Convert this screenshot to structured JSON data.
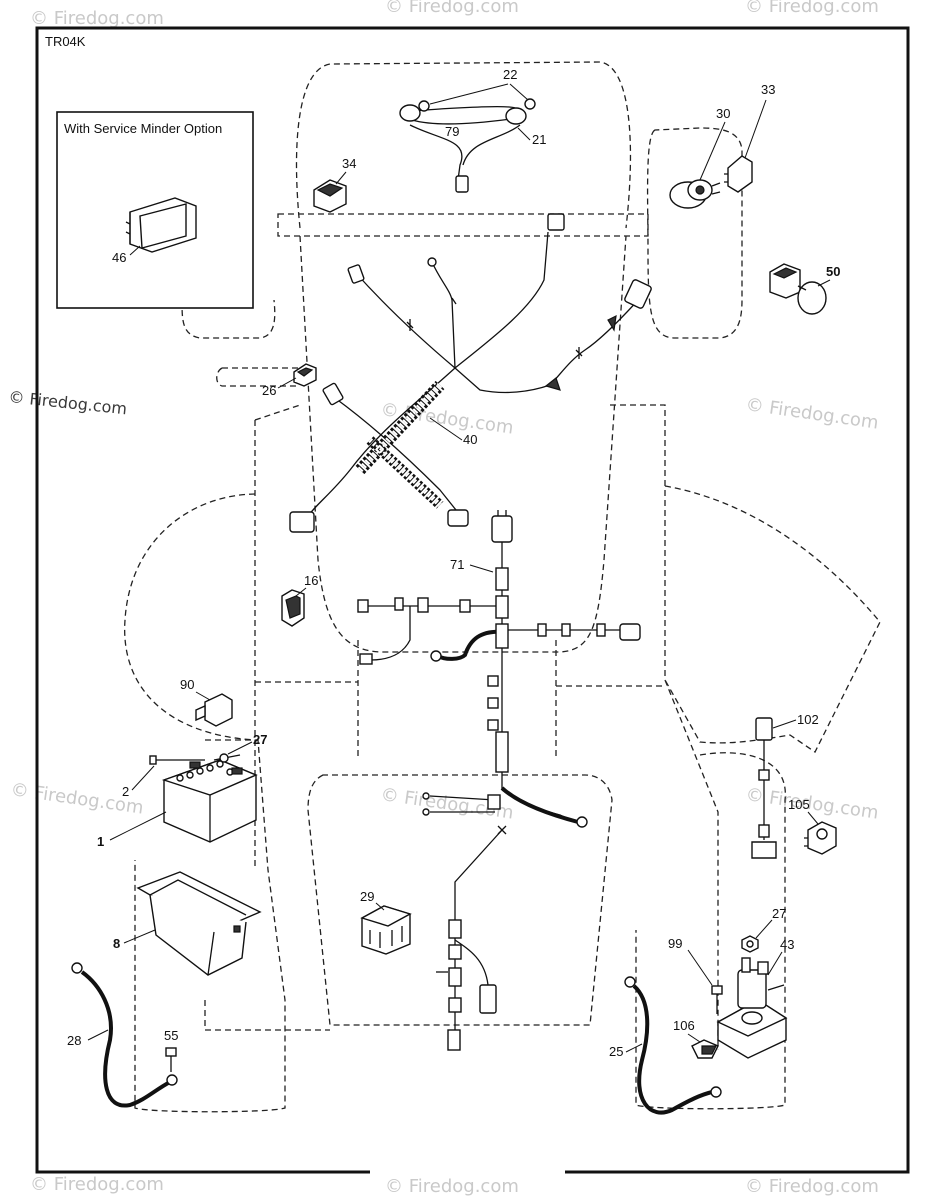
{
  "diagram_code": "TR04K",
  "inset_title": "With Service Minder Option",
  "watermark_text": "© Firedog.com",
  "colors": {
    "line": "#111111",
    "background": "#ffffff",
    "watermark": "#c9c9c9"
  },
  "callouts": {
    "c1": "1",
    "c2": "2",
    "c8": "8",
    "c16": "16",
    "c21": "21",
    "c22": "22",
    "c25": "25",
    "c26": "26",
    "c27a": "27",
    "c27b": "27",
    "c28": "28",
    "c29": "29",
    "c30": "30",
    "c33": "33",
    "c34": "34",
    "c40": "40",
    "c43": "43",
    "c46": "46",
    "c50": "50",
    "c55": "55",
    "c71": "71",
    "c79": "79",
    "c90": "90",
    "c99": "99",
    "c102": "102",
    "c105": "105",
    "c106": "106"
  }
}
